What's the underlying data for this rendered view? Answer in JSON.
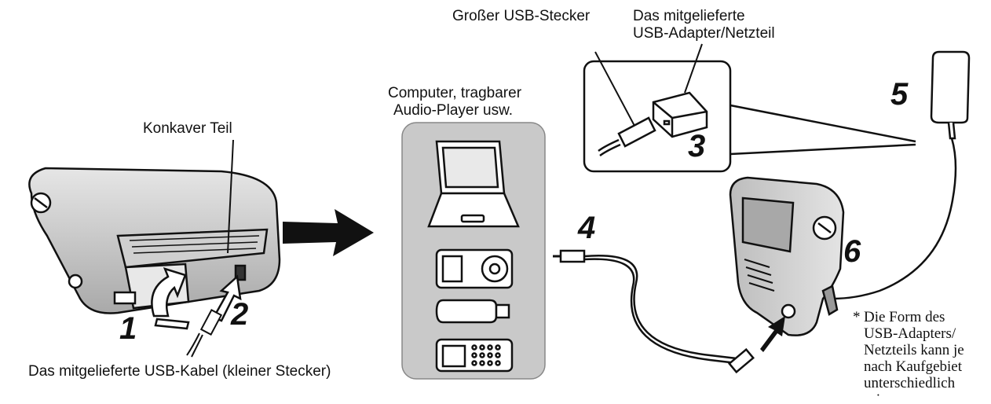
{
  "labels": {
    "konkaver_teil": "Konkaver Teil",
    "usb_kabel": "Das mitgelieferte USB-Kabel (kleiner Stecker)",
    "computer_line1": "Computer, tragbarer",
    "computer_line2": "Audio-Player usw.",
    "grosser_stecker": "Großer USB-Stecker",
    "adapter_line1": "Das mitgelieferte",
    "adapter_line2": "USB-Adapter/Netzteil"
  },
  "steps": [
    "1",
    "2",
    "3",
    "4",
    "5",
    "6"
  ],
  "footnote": {
    "marker": "*",
    "lines": [
      "Die Form des",
      "USB-Adapters/",
      "Netzteils kann je",
      "nach Kaufgebiet",
      "unterschiedlich",
      "sein."
    ]
  },
  "icons": [
    "laptop-icon",
    "media-player-icon",
    "usb-stick-icon",
    "mobile-phone-icon",
    "usb-adapter-icon",
    "speaker-device-icon"
  ],
  "colors": {
    "line": "#111111",
    "device_panel": "#c9c9c9",
    "device_body": "#d6d6d6"
  }
}
